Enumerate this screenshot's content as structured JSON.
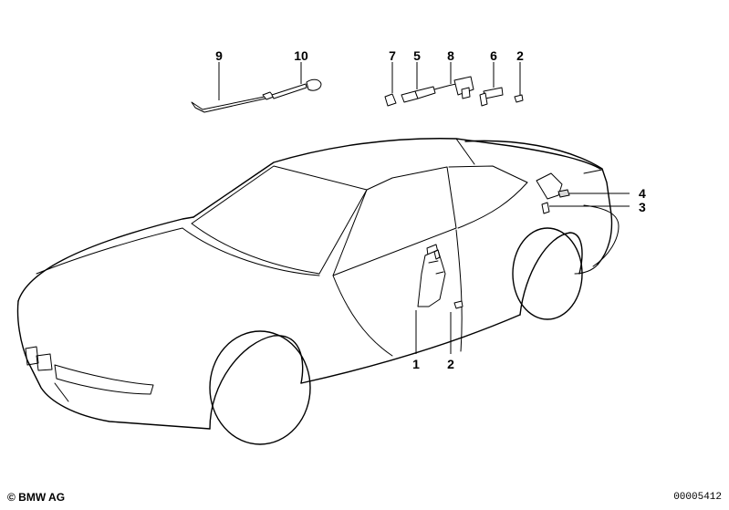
{
  "callouts": {
    "top_9": "9",
    "top_10": "10",
    "top_7": "7",
    "top_5": "5",
    "top_8": "8",
    "top_6": "6",
    "top_2": "2",
    "right_4": "4",
    "right_3": "3",
    "bottom_1": "1",
    "bottom_2": "2"
  },
  "footer": {
    "copyright": "© BMW AG",
    "diagram_number": "00005412"
  }
}
